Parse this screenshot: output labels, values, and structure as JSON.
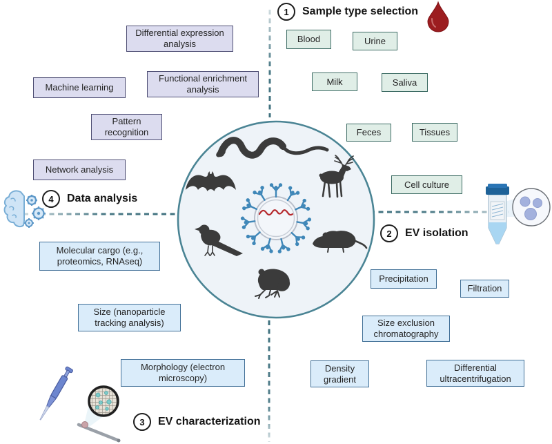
{
  "figure": {
    "steps": [
      {
        "number": "1",
        "title": "Sample type selection"
      },
      {
        "number": "2",
        "title": "EV isolation"
      },
      {
        "number": "3",
        "title": "EV characterization"
      },
      {
        "number": "4",
        "title": "Data analysis"
      }
    ],
    "sample_types": [
      "Blood",
      "Urine",
      "Milk",
      "Saliva",
      "Feces",
      "Tissues",
      "Cell culture"
    ],
    "isolation_methods": [
      "Precipitation",
      "Filtration",
      "Size exclusion chromatography",
      "Density gradient",
      "Differential ultracentrifugation"
    ],
    "characterization_methods": [
      "Molecular cargo (e.g., proteomics, RNAseq)",
      "Size (nanoparticle tracking analysis)",
      "Morphology (electron microscopy)"
    ],
    "analysis_methods": [
      "Differential expression analysis",
      "Machine learning",
      "Functional enrichment analysis",
      "Pattern recognition",
      "Network analysis"
    ],
    "center_animals": [
      "snake",
      "bat",
      "deer",
      "bird",
      "rat",
      "frog"
    ],
    "colors": {
      "sample_box_fill": "#e0eee7",
      "sample_box_border": "#3c6b63",
      "analysis_box_fill": "#dcdcef",
      "analysis_box_border": "#4d4d73",
      "method_box_fill": "#daecfa",
      "method_box_border": "#3f6e96",
      "dashed_line": "#2a6170",
      "circle_border": "#4a8494",
      "circle_fill": "#eef3f8",
      "animal_silhouette": "#3b3b3b",
      "blood_drop": "#9c1d20",
      "receptor_blue": "#3f87b8",
      "rna_red": "#b5282c"
    }
  }
}
